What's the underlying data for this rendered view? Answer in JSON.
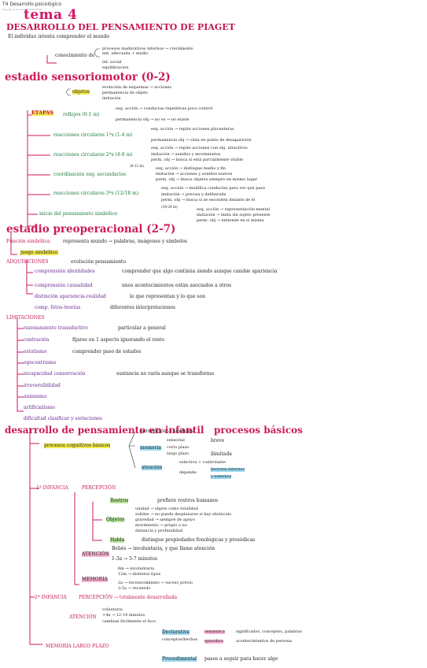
{
  "doc": {
    "title": "T4 Desarrollo psicológico",
    "subtitle": "Tuesday, 8 de diciembre de 2020"
  },
  "tema": "tema 4",
  "main_title": "DESARROLLO DEL PENSAMIENTO DE PIAGET",
  "intro": "El individuo intenta comprender el mundo",
  "conoc": {
    "head": "conocimiento de",
    "a": "procesos madurativos internos → crecimiento",
    "b": "ent. adecuada + medio",
    "c": "int. social",
    "d": "equilibracion"
  },
  "sens": {
    "title": "estadio sensoriomotor (0-2)",
    "obj": {
      "label": "objetos",
      "a": "evolución de esquemas → acciones",
      "b": "permanencia de objeto",
      "c": "imitación"
    },
    "etapas": "ETAPAS",
    "reflejos": {
      "label": "reflejos (0-1 m)",
      "a": "esq. acción → conductas repetitivas poco control",
      "b": "permanencia obj → no ve → no existe"
    },
    "circ1": {
      "label": "reacciones circulares 1ªs (1-4 m)",
      "a": "esq. acción → repite acciones placenteras",
      "b": "permanencia obj → vista en punto de desaparición"
    },
    "circ2": {
      "label": "reacciones circulares 2ªs (4-8 m)",
      "a": "esq. acción → repite acciones con obj. atractivos",
      "b": "imitación → sonidos y movimientos",
      "c": "perm. obj → busca si está parcialmente visible"
    },
    "coord": {
      "label": "coordinación esq. secundarios",
      "age": "(8-12 m)",
      "a": "esq. acción → distingue medio y fin",
      "b": "imitación → acciones y sonidos nuevos",
      "c": "perm. obj → busca objetos siempre en mismo lugar"
    },
    "circ3": {
      "label": "reacciones circulares 3ªs (12/18 m)",
      "a": "esq. acción → modifica conductas para ver qué pasa",
      "b": "imitación → precisa y deliberada",
      "c": "perm. obj → busca si se esconden delante de él"
    },
    "pens": {
      "label": "inicio del pensamiento simbólico",
      "age": "(18-24 m)",
      "a": "esq. acción → representación mental",
      "b": "imitación → imita sin sujeto presente",
      "c": "perm. obj → entiende en sí misma"
    }
  },
  "pre": {
    "title": "estadio preoperacional (2-7)",
    "fs": {
      "label": "Función simbólica",
      "text": "representa mundo → palabras, imágenes y símbolos"
    },
    "juego": "juego simbólico",
    "adq": {
      "label": "ADQUISICIONES",
      "text": "evolución pensamiento",
      "items": [
        {
          "l": "comprensión identidades",
          "t": "comprender que algo continúa siendo aunque cambie apariencia"
        },
        {
          "l": "comprensión causalidad",
          "t": "unos acontecimientos están asociados a otros"
        },
        {
          "l": "distinción apariencia-realidad",
          "t": "lo que representan y lo que son"
        },
        {
          "l": "comp. fotos-teorías",
          "t": "diferentes interpretaciones"
        }
      ]
    },
    "lim": {
      "label": "LIMITACIONES",
      "items": [
        {
          "l": "razonamiento transductivo",
          "t": "particular a general"
        },
        {
          "l": "centración",
          "t": "fijarse en 1 aspecto ignorando el resto"
        },
        {
          "l": "estatismo",
          "t": "comprender paso de estados"
        },
        {
          "l": "egocentrismo",
          "t": ""
        },
        {
          "l": "incapacidad conservación",
          "t": "sustancia no varía aunque se transforme"
        },
        {
          "l": "irreversibilidad",
          "t": ""
        },
        {
          "l": "animismo",
          "t": ""
        },
        {
          "l": "artificialismo",
          "t": ""
        },
        {
          "l": "dificultad clasificar y seriaciones",
          "t": ""
        }
      ]
    }
  },
  "inf": {
    "title": "desarrollo de pensamiento en infantil",
    "title2": "procesos básicos",
    "pcb": "procesos cognitivos básicos",
    "perc": "percepción → sentidos",
    "mem": {
      "label": "memoria",
      "a": "sensorial",
      "b": "corto plazo",
      "c": "largo plazo",
      "ta": "breve",
      "tc": "ilimitada"
    },
    "at": {
      "label": "atención",
      "a": "selectiva + controlante",
      "b": "depende",
      "c": "factores internos",
      "d": "y externos"
    },
    "inf1": {
      "label": "1ª INFANCIA",
      "perc": "PERCEPCIÓN",
      "rostros": {
        "l": "Rostros",
        "t": "prefiere rostros humanos"
      },
      "obj": {
        "l": "Objetos",
        "a": "unidad → objeto como totalidad",
        "b": "solidez → no puede desplazarse si hay obstáculo",
        "c": "gravedad → siempre de apoyo",
        "d": "movimiento → propio o no",
        "e": "distancia y profundidad"
      },
      "habla": {
        "l": "Habla",
        "t": "distingue propiedades fonológicas y prosódicas"
      },
      "aten": {
        "l": "ATENCIÓN",
        "a": "Bebés → involuntaria, y que llame atención",
        "b": "1-3a → 5-7 minutos"
      },
      "mem": {
        "l": "MEMORIA",
        "a": "6m → involuntaria",
        "b": "12m → distintos tipos",
        "c": "2a → reconocimiento → suceso previo",
        "d": "3-5a → recuerdo"
      }
    },
    "inf2": {
      "label": "2ª INFANCIA",
      "perc": "PERCEPCIÓN → totalmente desarrollada",
      "aten": {
        "l": "ATENCIÓN",
        "a": "voluntaria",
        "b": "+4a → 12-14 minutos",
        "c": "cambian fácilmente el foco"
      },
      "mlp": {
        "l": "MEMORIA LARGO PLAZO",
        "decl": "Declarativa",
        "cp": "conceptos/hechos",
        "sem": "semántica",
        "semt": "significados, conceptos, palabras",
        "epi": "episódica",
        "epit": "acontecimientos de persona",
        "proc": "Procedimental",
        "proct": "pasos a seguir para hacer algo"
      }
    }
  }
}
